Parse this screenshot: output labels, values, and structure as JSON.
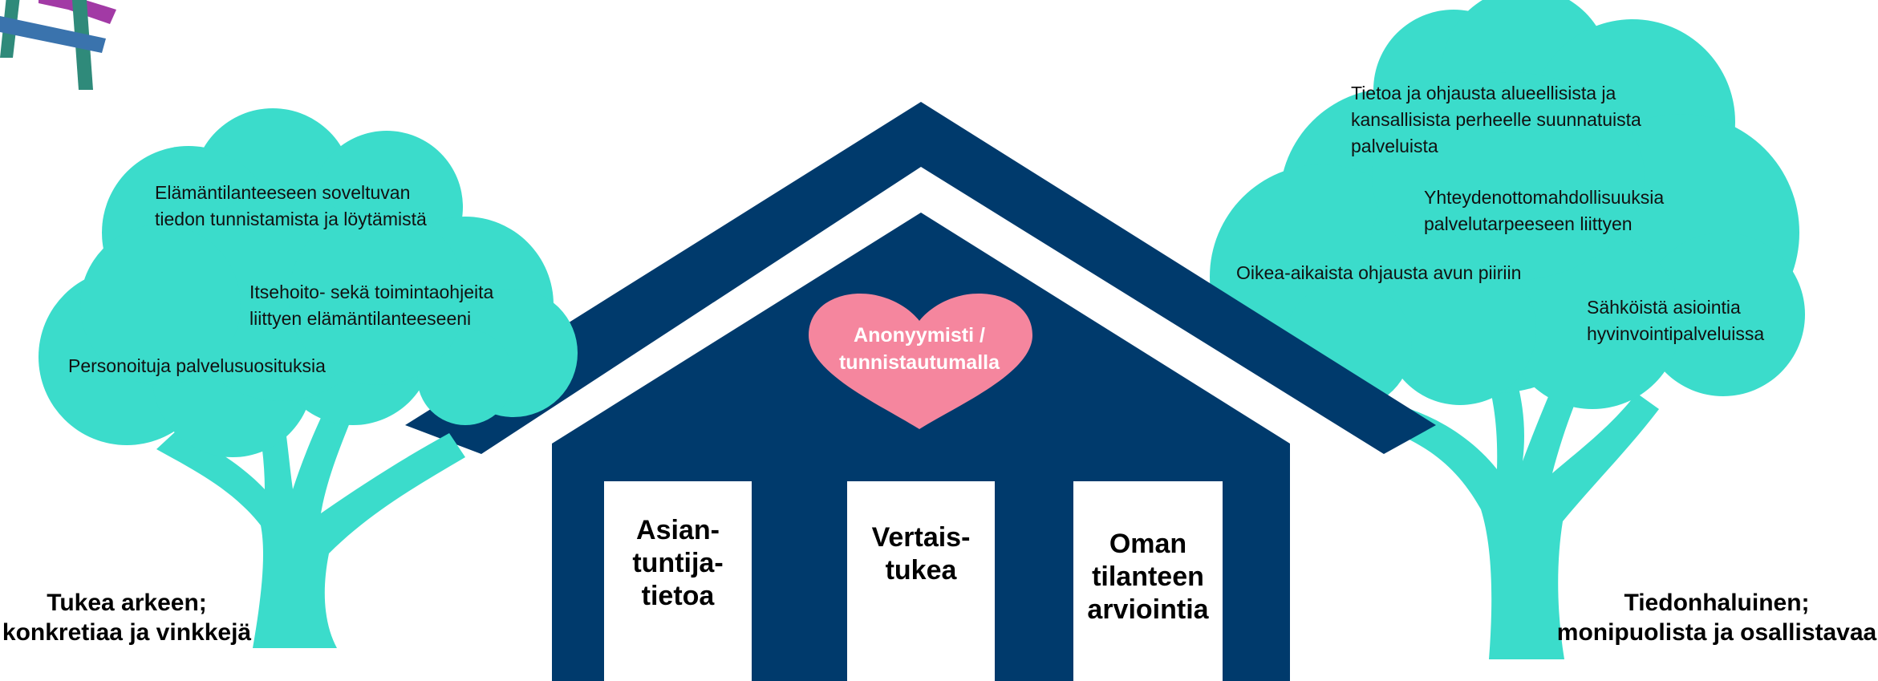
{
  "colors": {
    "tree": "#3bdccb",
    "house": "#003a6c",
    "heart": "#f5869e",
    "pillar": "#ffffff",
    "corner_purple": "#a23aa5",
    "corner_blue": "#3a73ad",
    "corner_teal": "#2f8a7a"
  },
  "left_tree": {
    "bullets": [
      "Elämäntilanteeseen soveltuvan tiedon tunnistamista ja löytämistä",
      "Itsehoito- sekä toimintaohjeita liittyen elämäntilanteeseeni",
      "Personoituja palvelusuosituksia"
    ],
    "caption": [
      "Tukea arkeen;",
      "konkretiaa ja vinkkejä"
    ]
  },
  "right_tree": {
    "bullets": [
      "Tietoa ja ohjausta alueellisista ja kansallisista perheelle suunnatuista palveluista",
      "Yhteydenottomahdollisuuksia palvelutarpeeseen liittyen",
      "Oikea-aikaista ohjausta avun piiriin",
      "Sähköistä asiointia hyvinvointipalveluissa"
    ],
    "caption": [
      "Tiedonhaluinen;",
      "monipuolista ja osallistavaa"
    ]
  },
  "house": {
    "heart_label": "Anonyymisti / tunnistautumalla",
    "pillars": [
      "Asian-\ntuntija-\ntietoa",
      "Vertais-\ntukea",
      "Oman\ntilanteen\narviointia"
    ]
  }
}
